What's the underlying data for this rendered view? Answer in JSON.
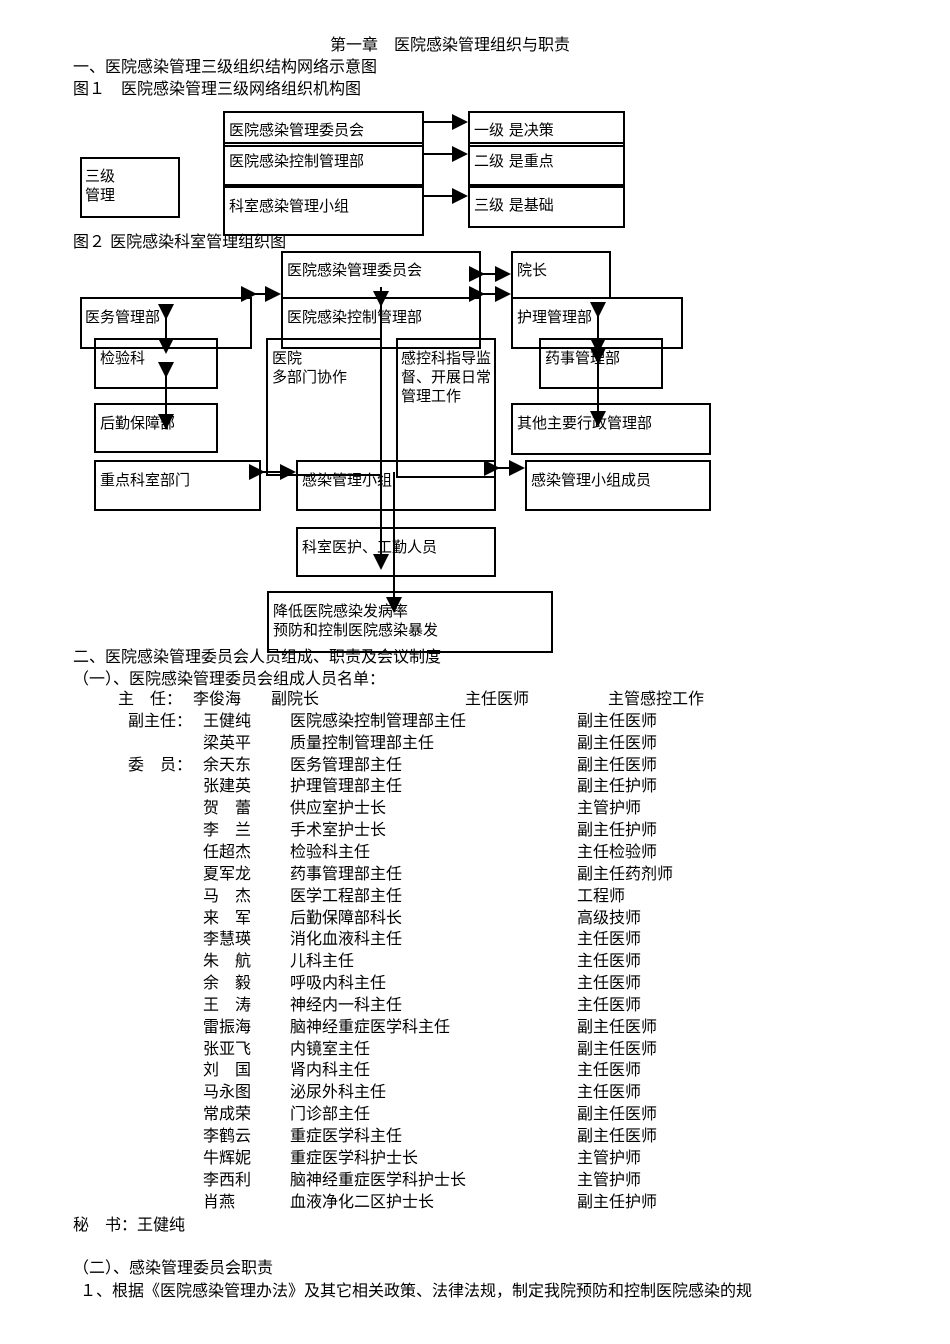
{
  "title": "第一章　医院感染管理组织与职责",
  "sec1_heading": "一、医院感染管理三级组织结构网络示意图",
  "fig1_caption": "图１　医院感染管理三级网络组织机构图",
  "fig1": {
    "side": "三级\n管理",
    "level1": "医院感染管理委员会",
    "level2": "医院感染控制管理部",
    "level3": "科室感染管理小组",
    "role1": "一级 是决策",
    "role2": "二级 是重点",
    "role3": "三级 是基础"
  },
  "fig2_caption": "图２ 医院感染科室管理组织图",
  "fig2": {
    "committee": "医院感染管理委员会",
    "president": "院长",
    "medical_dept": "医务管理部",
    "control_dept": "医院感染控制管理部",
    "nursing_dept": "护理管理部",
    "lab": "检验科",
    "multi_dept": "医院\n多部门协作",
    "guidance": "感控科指导监督、开展日常管理工作",
    "pharmacy": "药事管理部",
    "logistics": "后勤保障部",
    "other_admin": "其他主要行政管理部",
    "key_dept": "重点科室部门",
    "infection_group": "感染管理小组",
    "group_members": "感染管理小组成员",
    "staff": "科室医护、工勤人员",
    "goal": "降低医院感染发病率\n预防和控制医院感染暴发"
  },
  "sec2_heading": "二、医院感染管理委员会人员组成、职责及会议制度",
  "sub1_heading": "（一）、医院感染管理委员会组成人员名单：",
  "members": [
    {
      "role": "主　任：",
      "name": "李俊海",
      "position": "副院长",
      "title": "主任医师",
      "extra": "主管感控工作"
    },
    {
      "role": "副主任：",
      "name": "王健纯",
      "position": "医院感染控制管理部主任",
      "title": "副主任医师",
      "extra": ""
    },
    {
      "role": "",
      "name": "梁英平",
      "position": "质量控制管理部主任",
      "title": "副主任医师",
      "extra": ""
    },
    {
      "role": "委　员：",
      "name": "余天东",
      "position": "医务管理部主任",
      "title": "副主任医师",
      "extra": ""
    },
    {
      "role": "",
      "name": "张建英",
      "position": "护理管理部主任",
      "title": "副主任护师",
      "extra": ""
    },
    {
      "role": "",
      "name": "贺　蕾",
      "position": "供应室护士长",
      "title": "主管护师",
      "extra": ""
    },
    {
      "role": "",
      "name": "李　兰",
      "position": "手术室护士长",
      "title": "副主任护师",
      "extra": ""
    },
    {
      "role": "",
      "name": "任超杰",
      "position": "检验科主任",
      "title": "主任检验师",
      "extra": ""
    },
    {
      "role": "",
      "name": "夏军龙",
      "position": "药事管理部主任",
      "title": "副主任药剂师",
      "extra": ""
    },
    {
      "role": "",
      "name": "马　杰",
      "position": "医学工程部主任",
      "title": "工程师",
      "extra": ""
    },
    {
      "role": "",
      "name": "来　军",
      "position": "后勤保障部科长",
      "title": "高级技师",
      "extra": ""
    },
    {
      "role": "",
      "name": "李慧瑛",
      "position": "消化血液科主任",
      "title": "主任医师",
      "extra": ""
    },
    {
      "role": "",
      "name": "朱　航",
      "position": "儿科主任",
      "title": "主任医师",
      "extra": ""
    },
    {
      "role": "",
      "name": "余　毅",
      "position": "呼吸内科主任",
      "title": "主任医师",
      "extra": ""
    },
    {
      "role": "",
      "name": "王　涛",
      "position": "神经内一科主任",
      "title": "主任医师",
      "extra": ""
    },
    {
      "role": "",
      "name": "雷振海",
      "position": "脑神经重症医学科主任",
      "title": "副主任医师",
      "extra": ""
    },
    {
      "role": "",
      "name": "张亚飞",
      "position": "内镜室主任",
      "title": "副主任医师",
      "extra": ""
    },
    {
      "role": "",
      "name": "刘　国",
      "position": "肾内科主任",
      "title": "主任医师",
      "extra": ""
    },
    {
      "role": "",
      "name": "马永图",
      "position": "泌尿外科主任",
      "title": "主任医师",
      "extra": ""
    },
    {
      "role": "",
      "name": "常成荣",
      "position": "门诊部主任",
      "title": "副主任医师",
      "extra": ""
    },
    {
      "role": "",
      "name": "李鹤云",
      "position": "重症医学科主任",
      "title": "副主任医师",
      "extra": ""
    },
    {
      "role": "",
      "name": "牛辉妮",
      "position": "重症医学科护士长",
      "title": "主管护师",
      "extra": ""
    },
    {
      "role": "",
      "name": "李西利",
      "position": "脑神经重症医学科护士长",
      "title": "主管护师",
      "extra": ""
    },
    {
      "role": "",
      "name": "肖燕",
      "position": "血液净化二区护士长",
      "title": "副主任护师",
      "extra": ""
    }
  ],
  "secretary": "秘　书：王健纯",
  "sub2_heading": "（二）、感染管理委员会职责",
  "duty1": "１、根据《医院感染管理办法》及其它相关政策、法律法规，制定我院预防和控制医院感染的规"
}
